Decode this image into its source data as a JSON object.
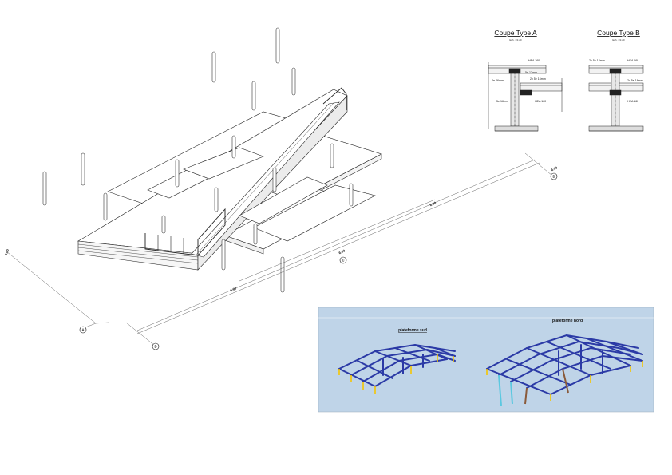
{
  "section_a": {
    "title": "Coupe Type A",
    "scale": "Ech. 1/1:20",
    "labels": [
      "HEA 160",
      "5e 12mm",
      "2e 26mm",
      "2x 5e 16mm",
      "5e 16mm",
      "HEA 160"
    ]
  },
  "section_b": {
    "title": "Coupe Type B",
    "scale": "Ech. 1/1:20",
    "labels": [
      "2x 5e 12mm",
      "HEA 160",
      "2x 5e 16mm",
      "HEA 160"
    ]
  },
  "axis_markers": [
    "A",
    "B",
    "C",
    "D"
  ],
  "dimension_labels": [
    "6.00",
    "6.00",
    "6.00",
    "6.00",
    "6.00"
  ],
  "structural_model": {
    "background": "#bfd4e8",
    "frame_color": "#2b3aa6",
    "left_label": "plateforme sud",
    "right_label": "plateforme nord"
  }
}
